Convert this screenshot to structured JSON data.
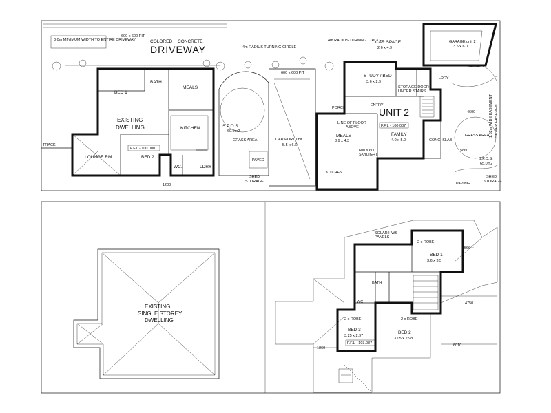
{
  "site": {
    "driveway_note": "3.0m MINIMUM WIDTH TO ENTIRE DRIVEWAY",
    "driveway_title": "DRIVEWAY",
    "driveway_colored": "COLORED",
    "driveway_concrete": "CONCRETE",
    "pit_top": "600 x 600 PIT",
    "pit_mid": "600 x 600 PIT",
    "turning_circle_top": "4m RADIUS TURNING CIRCLE",
    "turning_circle_left": "4m RADIUS TURNING CIRCLE",
    "car_space": "CAR SPACE",
    "car_space_dim": "2.6 x 4.9",
    "track": "TRACK",
    "dim_1200": "1200",
    "dim_4600": "4600",
    "dim_5860": "5860",
    "rear_easement": "1.82m WIDE EASEMENT",
    "sewer_easement": "SEWER EASEMENT"
  },
  "existing_ground": {
    "bed1": "BED 1",
    "bath": "BATH",
    "meals": "MEALS",
    "existing_dwelling": [
      "EXISTING",
      "DWELLING"
    ],
    "kitchen": "KITCHEN",
    "lounge": "LOUNGE RM",
    "bed2": "BED 2",
    "ffl": "F.F.L - 100.000",
    "wc": "WC.",
    "ldry": "LDRY",
    "spos": "S.P.O.S.",
    "spos_area": "60.0m2",
    "grass_area": "GRASS AREA",
    "shed": "SHED",
    "storage": "STORAGE",
    "paved": "PAVED"
  },
  "unit2_ground": {
    "title": "UNIT 2",
    "study": "STUDY / BED",
    "study_dim": "3.6 x 2.9",
    "storage_door": "STORAGE DOOR",
    "under_stairs": "UNDER STAIRS",
    "entry": "ENTRY",
    "porch": "PORCH",
    "line_of_floor": [
      "LINE OF FLOOR",
      "ABOVE"
    ],
    "meals": "MEALS",
    "meals_dim": "3.9 x 4.3",
    "family": "FAMILY",
    "family_dim": "4.0 x 5.0",
    "ffl": "F.F.L - 100.087",
    "skylight": [
      "600 x 600",
      "SKYLIGHT"
    ],
    "kitchen": "KITCHEN",
    "carport": "CAR PORT unit 1",
    "carport_dim": "5.5 x 6.6",
    "garage": "GARAGE unit 2",
    "garage_dim": "3.5 x 6.0",
    "ldry": "LDRY",
    "conc_slab": "CONC. SLAB",
    "grass_area": "GRASS AREA",
    "spos": "S.P.O.S.",
    "spos_area": "65.0m2",
    "shed": "SHED",
    "storage": "STORAGE",
    "paving": "PAVING"
  },
  "upper_floor": {
    "existing_single": [
      "EXISTING",
      "SINGLE STOREY",
      "DWELLING"
    ],
    "solar_panels": [
      "SOLAR HWS",
      "PANELS"
    ],
    "bed1": "BED 1",
    "bed1_dim": "3.6 x 3.5",
    "bath": "BATH",
    "wc": "WC",
    "bed3": "BED 3",
    "bed3_dim": "3.25 x 2.97",
    "bed2": "BED 2",
    "bed2_dim": "3.05 x 2.98",
    "ffl": "F.F.L - 103.087",
    "robe": "2 x ROBE",
    "dim_4750": "4750",
    "dim_6010": "6010",
    "dim_1860": "1860",
    "dim_500": "500"
  }
}
